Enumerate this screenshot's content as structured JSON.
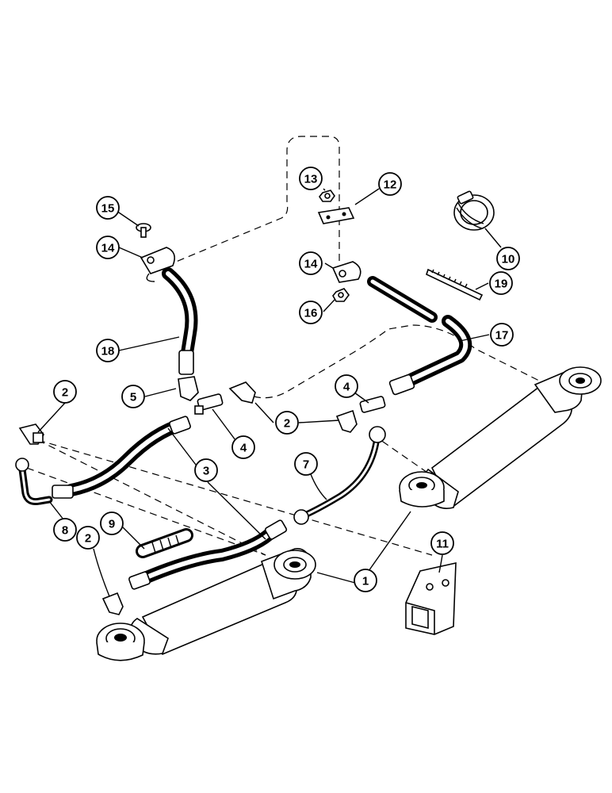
{
  "callouts": {
    "c1": "1",
    "c2a": "2",
    "c2b": "2",
    "c2c": "2",
    "c3": "3",
    "c4a": "4",
    "c4b": "4",
    "c5": "5",
    "c7": "7",
    "c8": "8",
    "c9": "9",
    "c10": "10",
    "c11": "11",
    "c12": "12",
    "c13": "13",
    "c14a": "14",
    "c14b": "14",
    "c15": "15",
    "c16": "16",
    "c17": "17",
    "c18": "18",
    "c19": "19"
  }
}
